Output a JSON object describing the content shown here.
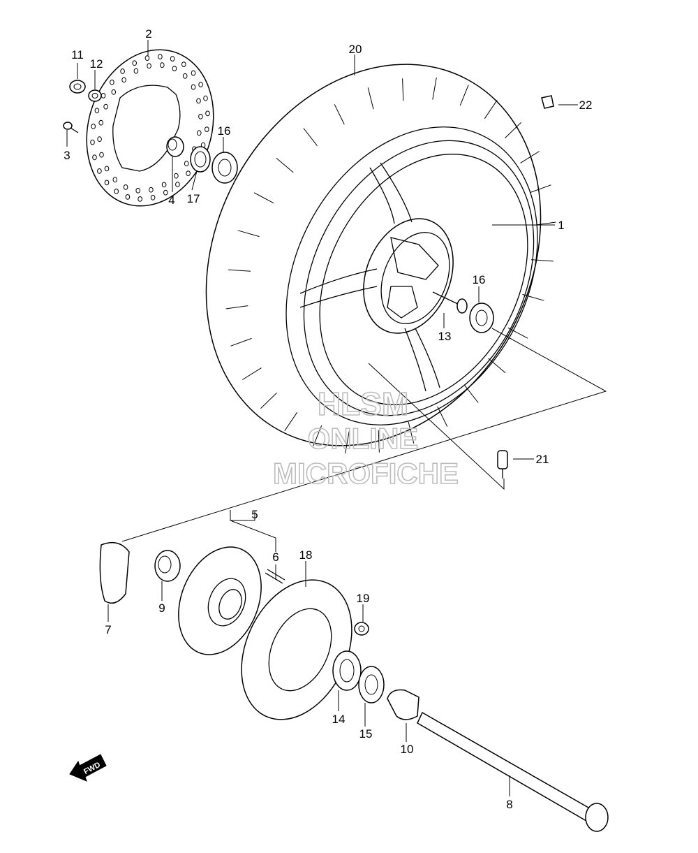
{
  "watermark": {
    "line1": "HLSM",
    "line2": "ONLINE",
    "line3": "MICROFICHE"
  },
  "fwd_label": "FWD",
  "callouts": {
    "c1": "1",
    "c2": "2",
    "c3": "3",
    "c4": "4",
    "c5": "5",
    "c6": "6",
    "c7": "7",
    "c8": "8",
    "c9": "9",
    "c10": "10",
    "c11": "11",
    "c12": "12",
    "c13": "13",
    "c14": "14",
    "c15": "15",
    "c16a": "16",
    "c16b": "16",
    "c17": "17",
    "c18": "18",
    "c19": "19",
    "c20": "20",
    "c21": "21",
    "c22": "22"
  }
}
